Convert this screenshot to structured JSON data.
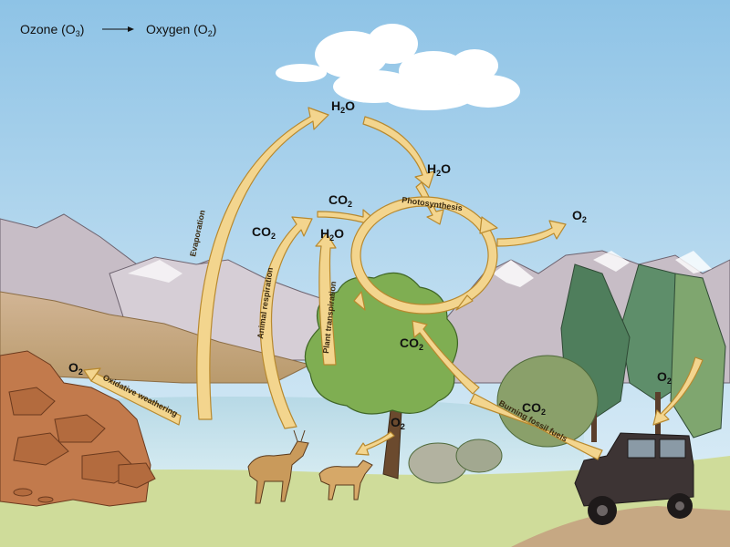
{
  "legend": {
    "reactant": "Ozone (O",
    "reactant_sub": "3",
    "reactant_close": ")",
    "product": "Oxygen (O",
    "product_sub": "2",
    "product_close": ")"
  },
  "labels": {
    "h2o_top": {
      "main": "H",
      "sub": "2",
      "tail": "O"
    },
    "h2o_right": {
      "main": "H",
      "sub": "2",
      "tail": "O"
    },
    "h2o_plant": {
      "main": "H",
      "sub": "2",
      "tail": "O"
    },
    "co2_photo": {
      "main": "CO",
      "sub": "2"
    },
    "co2_animal": {
      "main": "CO",
      "sub": "2"
    },
    "co2_tree": {
      "main": "CO",
      "sub": "2"
    },
    "co2_fossil": {
      "main": "CO",
      "sub": "2"
    },
    "o2_out": {
      "main": "O",
      "sub": "2"
    },
    "o2_rocks": {
      "main": "O",
      "sub": "2"
    },
    "o2_deer": {
      "main": "O",
      "sub": "2"
    },
    "o2_car": {
      "main": "O",
      "sub": "2"
    }
  },
  "processes": {
    "evaporation": "Evaporation",
    "animal_respiration": "Animal respiration",
    "plant_transpiration": "Plant transpiration",
    "photosynthesis": "Photosynthesis",
    "oxidative_weathering": "Oxidative weathering",
    "burning_fossil_fuels": "Burning fossil fuels"
  },
  "colors": {
    "sky_top": "#8ec3e6",
    "sky_bottom": "#d9ecf6",
    "arrow_fill": "#f3d58e",
    "arrow_edge": "#b8892e",
    "mountain": "#c9bfc6",
    "hills": "#c9a985",
    "lake": "#c6e2ec",
    "grass": "#cfdc9a",
    "rock": "#c27a4c",
    "tree": "#7fae52",
    "pine": "#5e8e6a",
    "deer": "#c99a5b",
    "jeep": "#3d3434"
  }
}
